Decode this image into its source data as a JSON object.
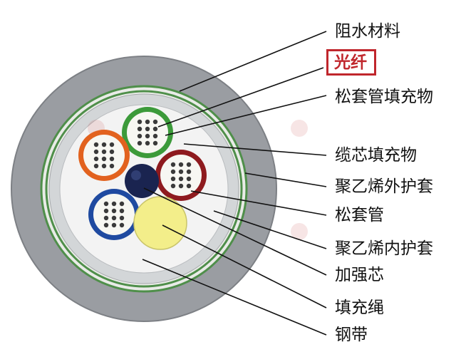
{
  "labels": {
    "water_blocking": "阻水材料",
    "optical_fiber": "光纤",
    "tube_filler": "松套管填充物",
    "core_filler": "缆芯填充物",
    "outer_sheath": "聚乙烯外护套",
    "loose_tube": "松套管",
    "inner_sheath": "聚乙烯内护套",
    "strength_member": "加强芯",
    "filler_rope": "填充绳",
    "steel_tape": "钢带"
  },
  "colors": {
    "outer_sheath": "#9a9da2",
    "steel_tape": "#4f8f4a",
    "inner_sheath": "#d3d6d8",
    "core": "#f3f3f3",
    "tube_green": "#3c9a3a",
    "tube_orange": "#e2621e",
    "tube_red": "#8e1a1e",
    "tube_blue": "#1f4aa0",
    "strength_member": "#1a2450",
    "filler_rope": "#f3ee8a",
    "highlight": "#c0262c"
  }
}
